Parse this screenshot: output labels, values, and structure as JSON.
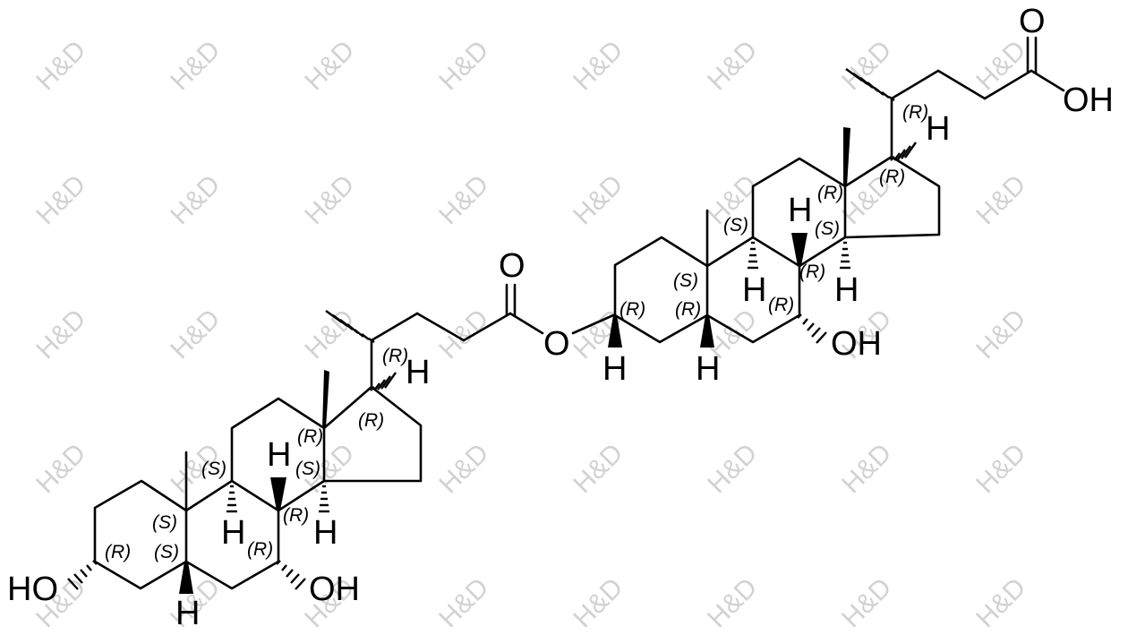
{
  "watermark": "H&D",
  "colors": {
    "bond": "#000000",
    "watermark": "#d2d2d2",
    "background": "#ffffff"
  },
  "atoms": {
    "ho_left": "HO",
    "oh_left_c7": "OH",
    "ester_o_carbonyl": "O",
    "ester_o_bridge": "O",
    "oh_right_c7": "OH",
    "acid_o_carbonyl": "O",
    "acid_oh": "OH",
    "h": "H"
  },
  "stereo": {
    "R": "(R)",
    "S": "(S)"
  }
}
